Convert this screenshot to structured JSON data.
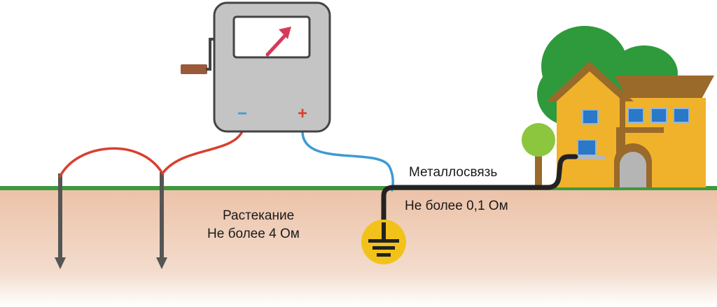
{
  "meter": {
    "minus_label": "−",
    "plus_label": "+"
  },
  "labels": {
    "spreading_title": "Растекание",
    "spreading_value": "Не более 4 Ом",
    "bond_title": "Металлосвязь",
    "bond_value": "Не более 0,1 Ом"
  },
  "colors": {
    "soil": "#ecc2a8",
    "grass": "#3c9a3c",
    "meter_body": "#c4c4c4",
    "needle": "#d63a5a",
    "red_wire": "#d8402f",
    "blue_wire": "#3d9ad6",
    "ground_wire": "#222222",
    "house": "#f0b22a",
    "roof": "#9a6a2a",
    "tree": "#2e9a3c",
    "ground_symbol": "#f2c21a"
  },
  "icons": {
    "meter": "ohmmeter-icon",
    "ground": "ground-symbol-icon",
    "house": "house-icon",
    "tree": "tree-icon"
  }
}
